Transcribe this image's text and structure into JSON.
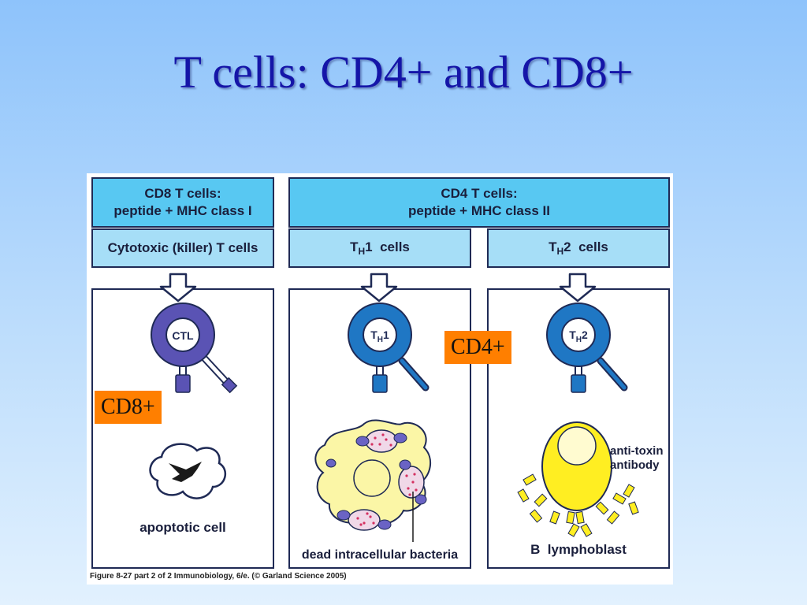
{
  "slide": {
    "title": "T cells: CD4+ and CD8+"
  },
  "figure": {
    "cd8_header": {
      "line1": "CD8 T cells:",
      "line2": "peptide + MHC class I"
    },
    "cd4_header": {
      "line1": "CD4 T cells:",
      "line2": "peptide + MHC class II"
    },
    "subheaders": {
      "cytotoxic": "Cytotoxic (killer) T cells",
      "th1_prefix": "T",
      "th1_sub": "H",
      "th1_suffix": "1  cells",
      "th2_prefix": "T",
      "th2_sub": "H",
      "th2_suffix": "2  cells"
    },
    "cells": {
      "ctl": "CTL",
      "th1_prefix": "T",
      "th1_sub": "H",
      "th1_suffix": "1",
      "th2_prefix": "T",
      "th2_sub": "H",
      "th2_suffix": "2"
    },
    "captions": {
      "apoptotic": "apoptotic cell",
      "bacteria": "dead intracellular bacteria",
      "lymphoblast": "B  lymphoblast",
      "antitoxin_line1": "anti-toxin",
      "antitoxin_line2": "antibody"
    },
    "figure_caption": "Figure 8-27 part 2 of 2  Immunobiology, 6/e. (© Garland Science 2005)"
  },
  "tags": {
    "cd8": "CD8+",
    "cd4": "CD4+"
  },
  "colors": {
    "header_blue": "#58c8f2",
    "subheader_blue": "#a6def7",
    "ctl_purple": "#5a53b4",
    "th_blue": "#1f77c4",
    "tag_orange": "#ff7f00",
    "macrophage_yellow": "#fbf6a6",
    "lymphoblast_yellow": "#ffee22"
  }
}
